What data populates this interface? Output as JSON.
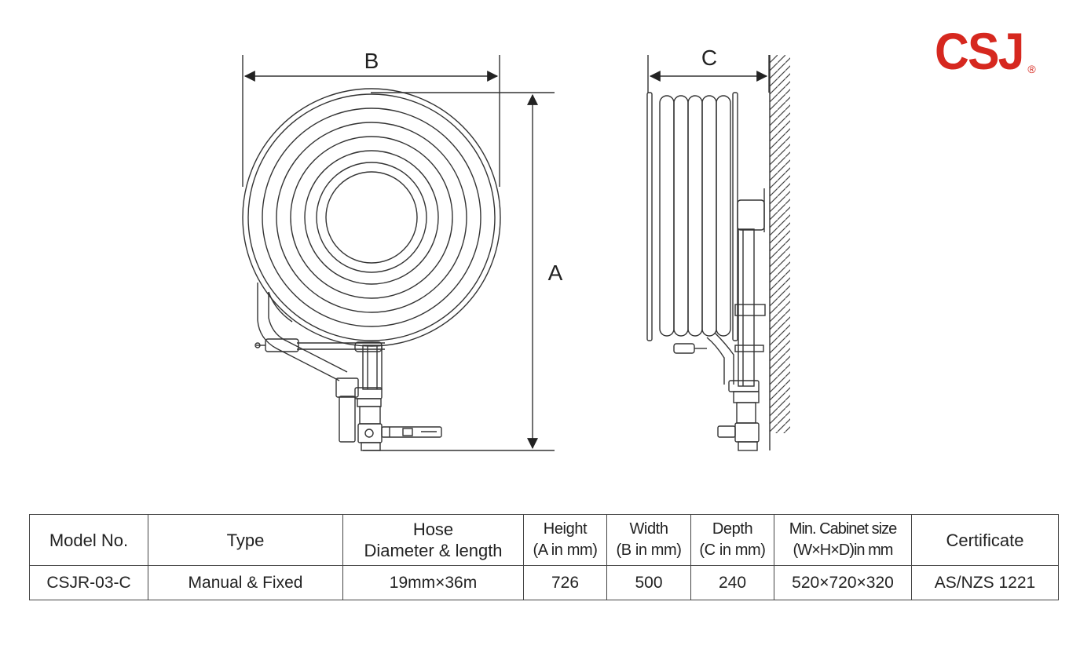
{
  "diagram": {
    "dimension_labels": {
      "a": "A",
      "b": "B",
      "c": "C"
    }
  },
  "brand": {
    "name": "CSJ",
    "registered": "®",
    "color": "#d6281f"
  },
  "table": {
    "headers": [
      {
        "lines": [
          "Model No."
        ]
      },
      {
        "lines": [
          "Type"
        ]
      },
      {
        "lines": [
          "Hose",
          "Diameter & length"
        ]
      },
      {
        "lines": [
          "Height",
          "(A in mm)"
        ]
      },
      {
        "lines": [
          "Width",
          "(B in mm)"
        ]
      },
      {
        "lines": [
          "Depth",
          "(C in mm)"
        ]
      },
      {
        "lines": [
          "Min. Cabinet size",
          "(W×H×D)in mm"
        ]
      },
      {
        "lines": [
          "Certificate"
        ]
      }
    ],
    "rows": [
      [
        "CSJR-03-C",
        "Manual & Fixed",
        "19mm×36m",
        "726",
        "500",
        "240",
        "520×720×320",
        "AS/NZS 1221"
      ]
    ]
  }
}
